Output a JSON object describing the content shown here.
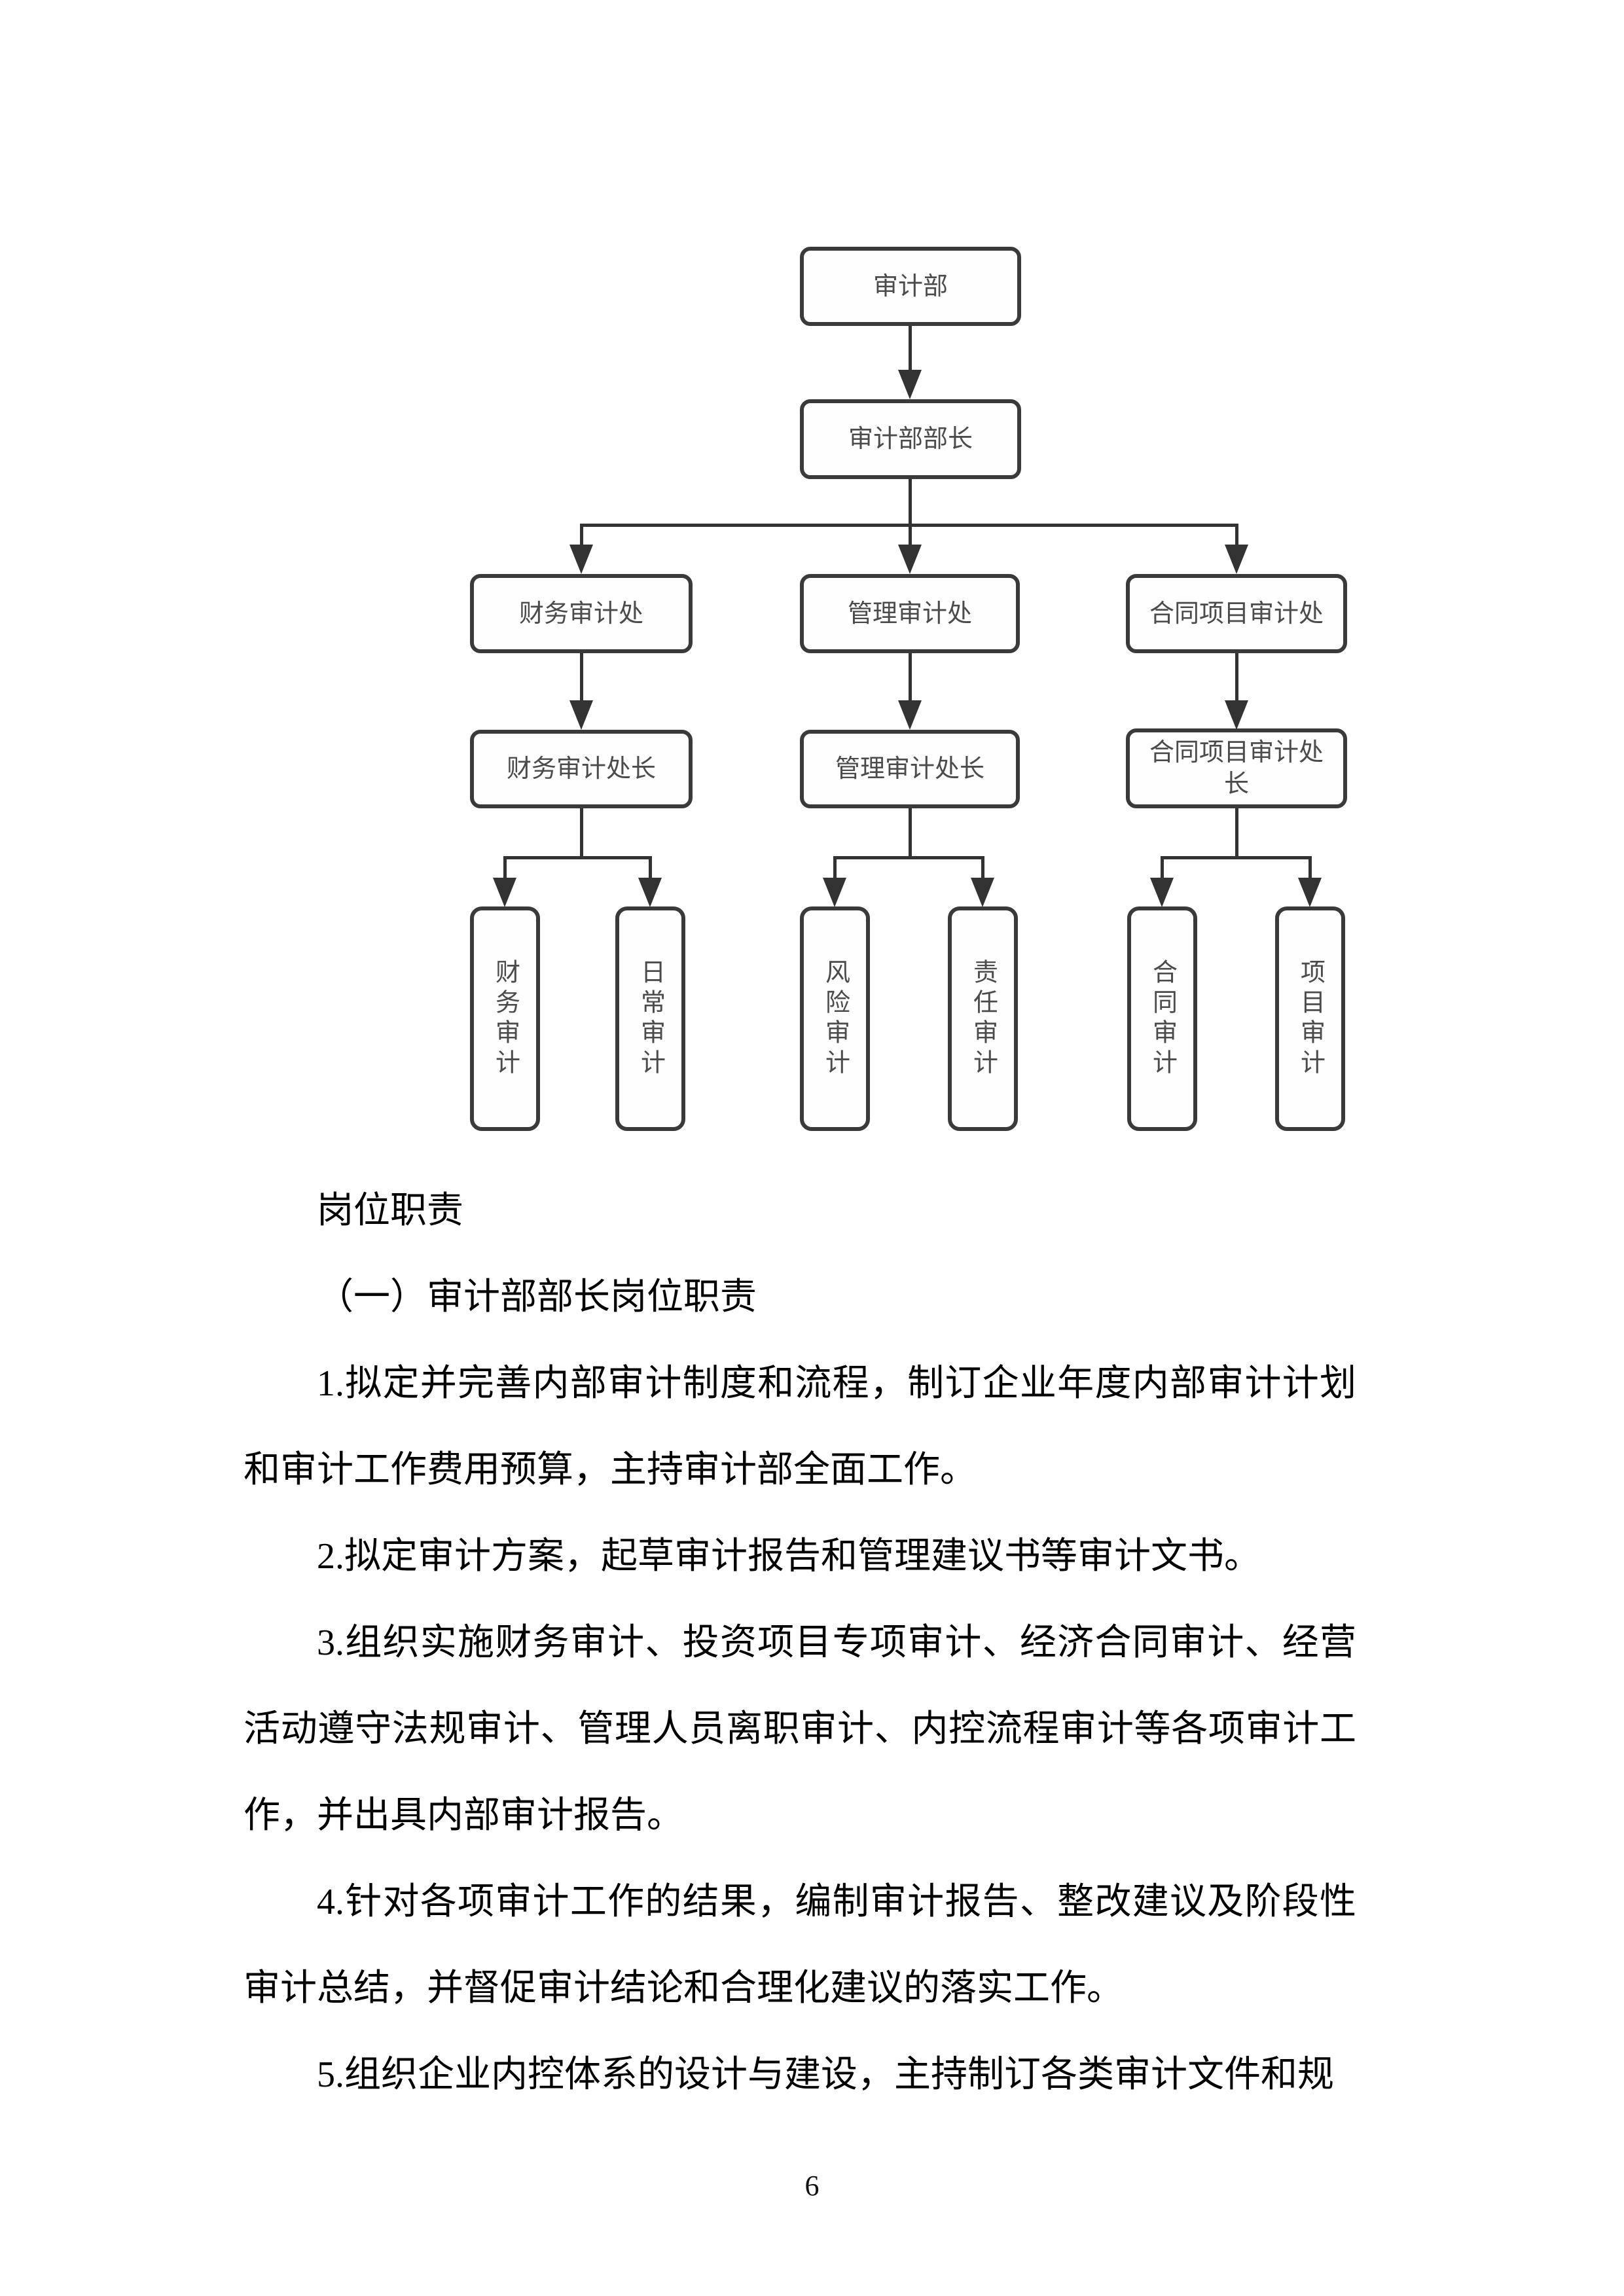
{
  "org_chart": {
    "root_label": "审计部",
    "head_label": "审计部部长",
    "branches": [
      {
        "office": "财务审计处",
        "chief": "财务审计处长",
        "units": [
          "财务审计",
          "日常审计"
        ]
      },
      {
        "office": "管理审计处",
        "chief": "管理审计处长",
        "units": [
          "风险审计",
          "责任审计"
        ]
      },
      {
        "office": "合同项目审计处",
        "chief": "合同项目审计处长",
        "units": [
          "合同审计",
          "项目审计"
        ]
      }
    ]
  },
  "body": {
    "section_title": "岗位职责",
    "subsection_title": "（一）审计部部长岗位职责",
    "paragraphs": [
      "1.拟定并完善内部审计制度和流程，制订企业年度内部审计计划和审计工作费用预算，主持审计部全面工作。",
      "2.拟定审计方案，起草审计报告和管理建议书等审计文书。",
      "3.组织实施财务审计、投资项目专项审计、经济合同审计、经营活动遵守法规审计、管理人员离职审计、内控流程审计等各项审计工作，并出具内部审计报告。",
      "4.针对各项审计工作的结果，编制审计报告、整改建议及阶段性审计总结，并督促审计结论和合理化建议的落实工作。",
      "5.组织企业内控体系的设计与建设，主持制订各类审计文件和规"
    ]
  },
  "footer": {
    "page_number": "6"
  }
}
